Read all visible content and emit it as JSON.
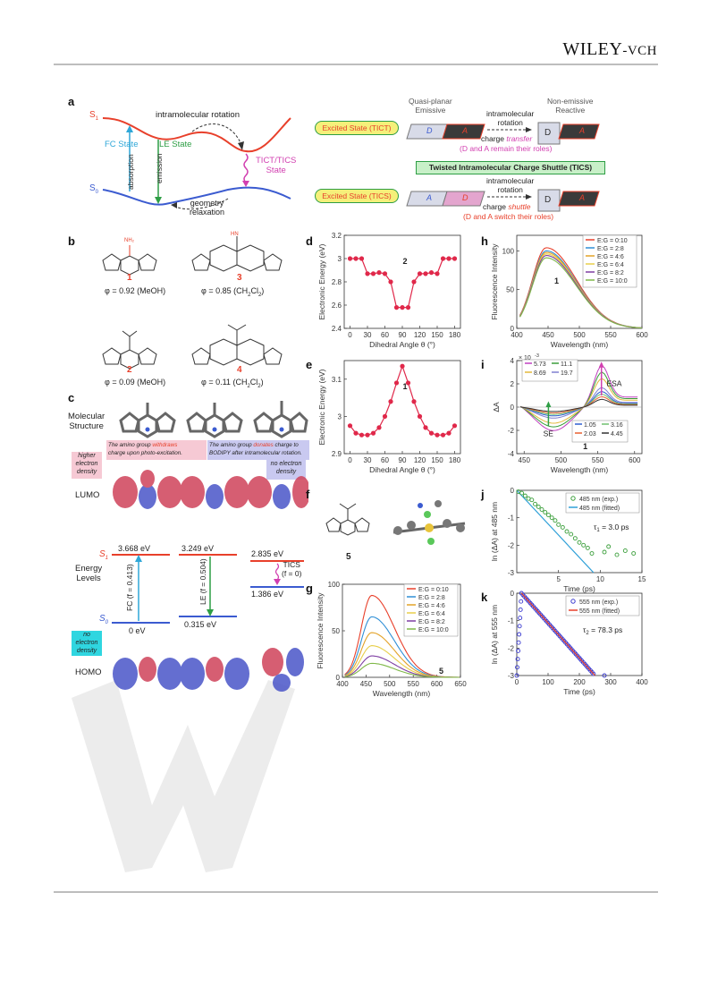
{
  "header": {
    "publisher_main": "WILEY",
    "publisher_suffix": "-VCH"
  },
  "panel_a": {
    "label": "a",
    "s1": "S",
    "s1_sub": "1",
    "s0": "S",
    "s0_sub": "0",
    "intramolecular_rotation": "intramolecular rotation",
    "fc_state": "FC State",
    "le_state": "LE State",
    "absorption": "absorption",
    "emission": "emission",
    "ticts_state_1": "TICT/TICS",
    "ticts_state_2": "State",
    "geometry_1": "geometry",
    "geometry_2": "relaxation",
    "quasi_planar_1": "Quasi-planar",
    "quasi_planar_2": "Emissive",
    "non_emissive_1": "Non-emissive",
    "non_emissive_2": "Reactive",
    "excited_tict": "Excited State (TICT)",
    "excited_tics": "Excited State (TICS)",
    "intra_rot_1": "intramolecular",
    "intra_rot_2": "rotation",
    "charge": "charge",
    "transfer": "transfer",
    "shuttle": "shuttle",
    "remain_roles": "(D and A remain their roles)",
    "switch_roles": "(D and A switch their roles)",
    "tics_title": "Twisted Intramolecular Charge Shuttle (TICS)",
    "d": "D",
    "a": "A"
  },
  "panel_b": {
    "label": "b",
    "compounds": [
      {
        "num": "1",
        "phi": "φ = 0.92 (MeOH)"
      },
      {
        "num": "3",
        "phi": "φ = 0.85 (CH",
        "phi_sub": "2",
        "phi_end": "Cl",
        "phi_sub2": "2",
        "phi_close": ")"
      },
      {
        "num": "2",
        "phi": "φ = 0.09 (MeOH)"
      },
      {
        "num": "4",
        "phi": "φ = 0.11 (CH",
        "phi_sub": "2",
        "phi_end": "Cl",
        "phi_sub2": "2",
        "phi_close": ")"
      }
    ]
  },
  "panel_c": {
    "label": "c",
    "molecular_structure_1": "Molecular",
    "molecular_structure_2": "Structure",
    "withdraws_1": "The amino group ",
    "withdraws_kw": "withdraws",
    "withdraws_2": "charge upon photo-excitation.",
    "donates_1": "The amino group ",
    "donates_kw": "donates",
    "donates_1b": " charge to",
    "donates_2": "BODIPY after intramolecular rotation.",
    "higher_1": "higher",
    "higher_2": "electron",
    "higher_3": "density",
    "no_electron_1": "no electron",
    "no_electron_2": "density",
    "lumo": "LUMO",
    "homo": "HOMO",
    "energy_1": "Energy",
    "energy_2": "Levels",
    "e1": "3.668 eV",
    "e2": "3.249 eV",
    "e3": "2.835 eV",
    "e4": "1.386 eV",
    "e0": "0 eV",
    "e5": "0.315 eV",
    "fc": "FC (f = 0.413)",
    "le": "LE (f = 0.504)",
    "ticts": "TICS",
    "f0": "(f = 0)",
    "s1": "S",
    "s1_sub": "1",
    "s0": "S",
    "s0_sub": "0",
    "no_el_homo_1": "no",
    "no_el_homo_2": "electron",
    "no_el_homo_3": "density"
  },
  "panel_d": {
    "label": "d",
    "compound": "2",
    "chart_data": {
      "type": "scatter",
      "xlabel": "Dihedral Angle θ (°)",
      "ylabel": "Electronic Energy (eV)",
      "xlim": [
        -10,
        190
      ],
      "ylim": [
        2.4,
        3.2
      ],
      "xticks": [
        0,
        30,
        60,
        90,
        120,
        150,
        180
      ],
      "yticks": [
        2.4,
        2.6,
        2.8,
        3.0,
        3.2
      ],
      "x": [
        0,
        10,
        20,
        30,
        40,
        50,
        60,
        70,
        80,
        90,
        100,
        110,
        120,
        130,
        140,
        150,
        160,
        170,
        180
      ],
      "y": [
        3.0,
        3.0,
        3.0,
        2.87,
        2.87,
        2.88,
        2.87,
        2.8,
        2.58,
        2.58,
        2.58,
        2.8,
        2.87,
        2.87,
        2.88,
        2.87,
        3.0,
        3.0,
        3.0
      ]
    }
  },
  "panel_e": {
    "label": "e",
    "compound": "1",
    "chart_data": {
      "type": "scatter",
      "xlabel": "Dihedral Angle θ (°)",
      "ylabel": "Electronic Energy (eV)",
      "xlim": [
        -10,
        190
      ],
      "ylim": [
        2.9,
        3.15
      ],
      "xticks": [
        0,
        30,
        60,
        90,
        120,
        150,
        180
      ],
      "yticks": [
        2.9,
        3.0,
        3.1
      ],
      "x": [
        0,
        10,
        20,
        30,
        40,
        50,
        60,
        70,
        80,
        90,
        100,
        110,
        120,
        130,
        140,
        150,
        160,
        170,
        180
      ],
      "y": [
        2.975,
        2.955,
        2.95,
        2.95,
        2.955,
        2.97,
        3.0,
        3.04,
        3.09,
        3.135,
        3.09,
        3.04,
        3.0,
        2.97,
        2.955,
        2.95,
        2.95,
        2.955,
        2.975
      ]
    }
  },
  "panel_f": {
    "label": "f",
    "compound": "5"
  },
  "panel_g": {
    "label": "g",
    "compound": "5",
    "chart_data": {
      "type": "line",
      "xlabel": "Wavelength (nm)",
      "ylabel": "Fluorescence Intensity",
      "xlim": [
        400,
        650
      ],
      "ylim": [
        0,
        100
      ],
      "xticks": [
        400,
        450,
        500,
        550,
        600,
        650
      ],
      "yticks": [
        0,
        50,
        100
      ],
      "peak": 462,
      "series": [
        {
          "name": "E:G = 0:10",
          "color": "#e8402b",
          "peak_value": 88
        },
        {
          "name": "E:G = 2:8",
          "color": "#2f8fd6",
          "peak_value": 65
        },
        {
          "name": "E:G = 4:6",
          "color": "#e3a329",
          "peak_value": 48
        },
        {
          "name": "E:G = 6:4",
          "color": "#e8cf4a",
          "peak_value": 34
        },
        {
          "name": "E:G = 8:2",
          "color": "#7f3fa3",
          "peak_value": 23
        },
        {
          "name": "E:G = 10:0",
          "color": "#7fb848",
          "peak_value": 15
        }
      ]
    }
  },
  "panel_h": {
    "label": "h",
    "compound": "1",
    "chart_data": {
      "type": "line",
      "xlabel": "Wavelength (nm)",
      "ylabel": "Fluorescence Intensity",
      "xlim": [
        400,
        600
      ],
      "ylim": [
        0,
        120
      ],
      "xticks": [
        400,
        450,
        500,
        550,
        600
      ],
      "yticks": [
        0,
        50,
        100
      ],
      "peak": 447,
      "series": [
        {
          "name": "E:G = 0:10",
          "color": "#e8402b",
          "peak_value": 104
        },
        {
          "name": "E:G = 2:8",
          "color": "#2f8fd6",
          "peak_value": 100
        },
        {
          "name": "E:G = 4:6",
          "color": "#e3a329",
          "peak_value": 98
        },
        {
          "name": "E:G = 6:4",
          "color": "#e8cf4a",
          "peak_value": 96
        },
        {
          "name": "E:G = 8:2",
          "color": "#7f3fa3",
          "peak_value": 94
        },
        {
          "name": "E:G = 10:0",
          "color": "#7fb848",
          "peak_value": 91
        }
      ]
    }
  },
  "panel_i": {
    "label": "i",
    "compound": "1",
    "exponent": "× 10",
    "exponent_power": "-3",
    "esa": "ESA",
    "se": "SE",
    "chart_data": {
      "type": "line",
      "xlabel": "Wavelength (nm)",
      "ylabel": "ΔA",
      "xlim": [
        440,
        610
      ],
      "ylim": [
        -4,
        4
      ],
      "xticks": [
        450,
        500,
        550,
        600
      ],
      "yticks": [
        -4,
        -2,
        0,
        2,
        4
      ],
      "series": [
        {
          "name": "5.73",
          "color": "#c040c0",
          "amp": 3.2
        },
        {
          "name": "11.1",
          "color": "#3a9e3a",
          "amp": 2.7
        },
        {
          "name": "8.69",
          "color": "#e3b93a",
          "amp": 2.2
        },
        {
          "name": "19.7",
          "color": "#8080d0",
          "amp": 1.5
        },
        {
          "name": "1.05",
          "color": "#2f5fd0",
          "amp": 1.2
        },
        {
          "name": "3.16",
          "color": "#6fc06f",
          "amp": 1.0
        },
        {
          "name": "2.03",
          "color": "#e86030",
          "amp": 0.8
        },
        {
          "name": "4.45",
          "color": "#333333",
          "amp": 0.6
        }
      ]
    }
  },
  "panel_j": {
    "label": "j",
    "tau": "τ",
    "tau_sub": "1",
    "tau_value": " = 3.0 ps",
    "chart_data": {
      "type": "scatter",
      "xlabel": "Time (ps)",
      "ylabel": "ln (ΔA) at 485 nm",
      "xlim": [
        0,
        15
      ],
      "ylim": [
        -3,
        0
      ],
      "xticks": [
        5,
        10,
        15
      ],
      "yticks": [
        -3,
        -2,
        -1,
        0
      ],
      "series": [
        {
          "name": "485 nm (exp.)",
          "color": "#3a9e3a"
        },
        {
          "name": "485 nm (fitted)",
          "color": "#2fa0d8"
        }
      ],
      "points_x": [
        0.2,
        0.6,
        1.0,
        1.4,
        1.8,
        2.2,
        2.6,
        3.0,
        3.4,
        3.8,
        4.2,
        4.6,
        5.0,
        5.5,
        6.0,
        6.5,
        7.0,
        7.5,
        8.0,
        8.5,
        9.0,
        10.5,
        11.0,
        12.0,
        13.0,
        14.0
      ],
      "points_y": [
        -0.05,
        -0.1,
        -0.2,
        -0.3,
        -0.35,
        -0.5,
        -0.6,
        -0.7,
        -0.8,
        -0.9,
        -1.0,
        -1.1,
        -1.25,
        -1.35,
        -1.5,
        -1.6,
        -1.75,
        -1.9,
        -2.0,
        -2.1,
        -2.3,
        -2.25,
        -2.05,
        -2.35,
        -2.2,
        -2.3
      ],
      "fit": [
        [
          0,
          0
        ],
        [
          9.2,
          -3
        ]
      ]
    }
  },
  "panel_k": {
    "label": "k",
    "tau": "τ",
    "tau_sub": "2",
    "tau_value": " = 78.3 ps",
    "chart_data": {
      "type": "scatter",
      "xlabel": "Time (ps)",
      "ylabel": "ln (ΔA) at 555 nm",
      "xlim": [
        0,
        400
      ],
      "ylim": [
        -3,
        0
      ],
      "xticks": [
        0,
        100,
        200,
        300,
        400
      ],
      "yticks": [
        -3,
        -2,
        -1,
        0
      ],
      "series": [
        {
          "name": "555 nm (exp.)",
          "color": "#3b3bd0"
        },
        {
          "name": "555 nm (fitted)",
          "color": "#e8402b"
        }
      ],
      "fit": [
        [
          15,
          0
        ],
        [
          250,
          -3
        ]
      ]
    }
  },
  "colors": {
    "red": "#e8402b",
    "blue": "#3b5bd0",
    "green": "#2e9e45",
    "cyan": "#2fa7d8",
    "magenta": "#d23fb0",
    "lumo_red": "#d0435a",
    "lumo_blue": "#4a55c8"
  }
}
